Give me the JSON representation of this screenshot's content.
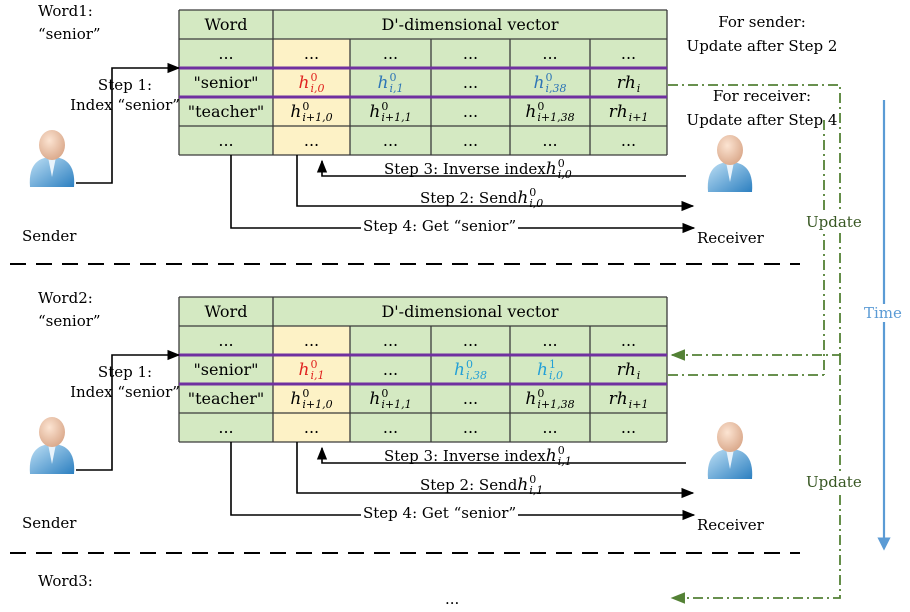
{
  "colors": {
    "cell_fill": "#d4e9c2",
    "highlight_fill": "#fdf2c6",
    "grid": "#3b3b3b",
    "row_band": "#7030a0",
    "red": "#e0231f",
    "blue": "#2e75b6",
    "light_blue": "#23a0d6",
    "time_arrow": "#5b9bd5",
    "update_line": "#538135",
    "update_text": "#385723"
  },
  "panels": [
    {
      "word_title": "Word1:",
      "word_value": "“senior”",
      "header": [
        "Word",
        "D'-dimensional vector"
      ],
      "ellipsis": "...",
      "rows": [
        {
          "word": "\"senior\"",
          "cells": [
            {
              "base": "h",
              "sup": "0",
              "sub": "i,0",
              "color": "red"
            },
            {
              "base": "h",
              "sup": "0",
              "sub": "i,1",
              "color": "blue"
            },
            {
              "text": "..."
            },
            {
              "base": "h",
              "sup": "0",
              "sub": "i,38",
              "color": "blue"
            },
            {
              "base": "rh",
              "sub": "i"
            }
          ]
        },
        {
          "word": "\"teacher\"",
          "cells": [
            {
              "base": "h",
              "sup": "0",
              "sub": "i+1,0"
            },
            {
              "base": "h",
              "sup": "0",
              "sub": "i+1,1"
            },
            {
              "text": "..."
            },
            {
              "base": "h",
              "sup": "0",
              "sub": "i+1,38"
            },
            {
              "base": "rh",
              "sub": "i+1"
            }
          ]
        }
      ],
      "step1": [
        "Step 1:",
        "Index “senior”"
      ],
      "step3": {
        "label": "Step 3: Inverse index ",
        "base": "h",
        "sup": "0",
        "sub": "i,0"
      },
      "step2": {
        "label": "Step 2: Send ",
        "base": "h",
        "sup": "0",
        "sub": "i,0"
      },
      "step4": "Step 4: Get “senior”",
      "sender": "Sender",
      "receiver": "Receiver"
    },
    {
      "word_title": "Word2:",
      "word_value": "“senior”",
      "header": [
        "Word",
        "D'-dimensional vector"
      ],
      "ellipsis": "...",
      "rows": [
        {
          "word": "\"senior\"",
          "cells": [
            {
              "base": "h",
              "sup": "0",
              "sub": "i,1",
              "color": "red"
            },
            {
              "text": "..."
            },
            {
              "base": "h",
              "sup": "0",
              "sub": "i,38",
              "color": "light_blue"
            },
            {
              "base": "h",
              "sup": "1",
              "sub": "i,0",
              "color": "light_blue"
            },
            {
              "base": "rh",
              "sub": "i"
            }
          ]
        },
        {
          "word": "\"teacher\"",
          "cells": [
            {
              "base": "h",
              "sup": "0",
              "sub": "i+1,0"
            },
            {
              "base": "h",
              "sup": "0",
              "sub": "i+1,1"
            },
            {
              "text": "..."
            },
            {
              "base": "h",
              "sup": "0",
              "sub": "i+1,38"
            },
            {
              "base": "rh",
              "sub": "i+1"
            }
          ]
        }
      ],
      "step1": [
        "Step 1:",
        "Index “senior”"
      ],
      "step3": {
        "label": "Step 3: Inverse index",
        "base": "h",
        "sup": "0",
        "sub": "i,1"
      },
      "step2": {
        "label": "Step 2: Send ",
        "base": "h",
        "sup": "0",
        "sub": "i,1"
      },
      "step4": "Step 4: Get “senior”",
      "sender": "Sender",
      "receiver": "Receiver"
    }
  ],
  "notes": {
    "sender": [
      "For sender:",
      "Update after Step 2"
    ],
    "receiver": [
      "For receiver:",
      "Update after Step 4"
    ]
  },
  "update_labels": [
    "Update",
    "Update"
  ],
  "time_label": "Time",
  "word3_title": "Word3:",
  "bottom_ellipsis": "..."
}
